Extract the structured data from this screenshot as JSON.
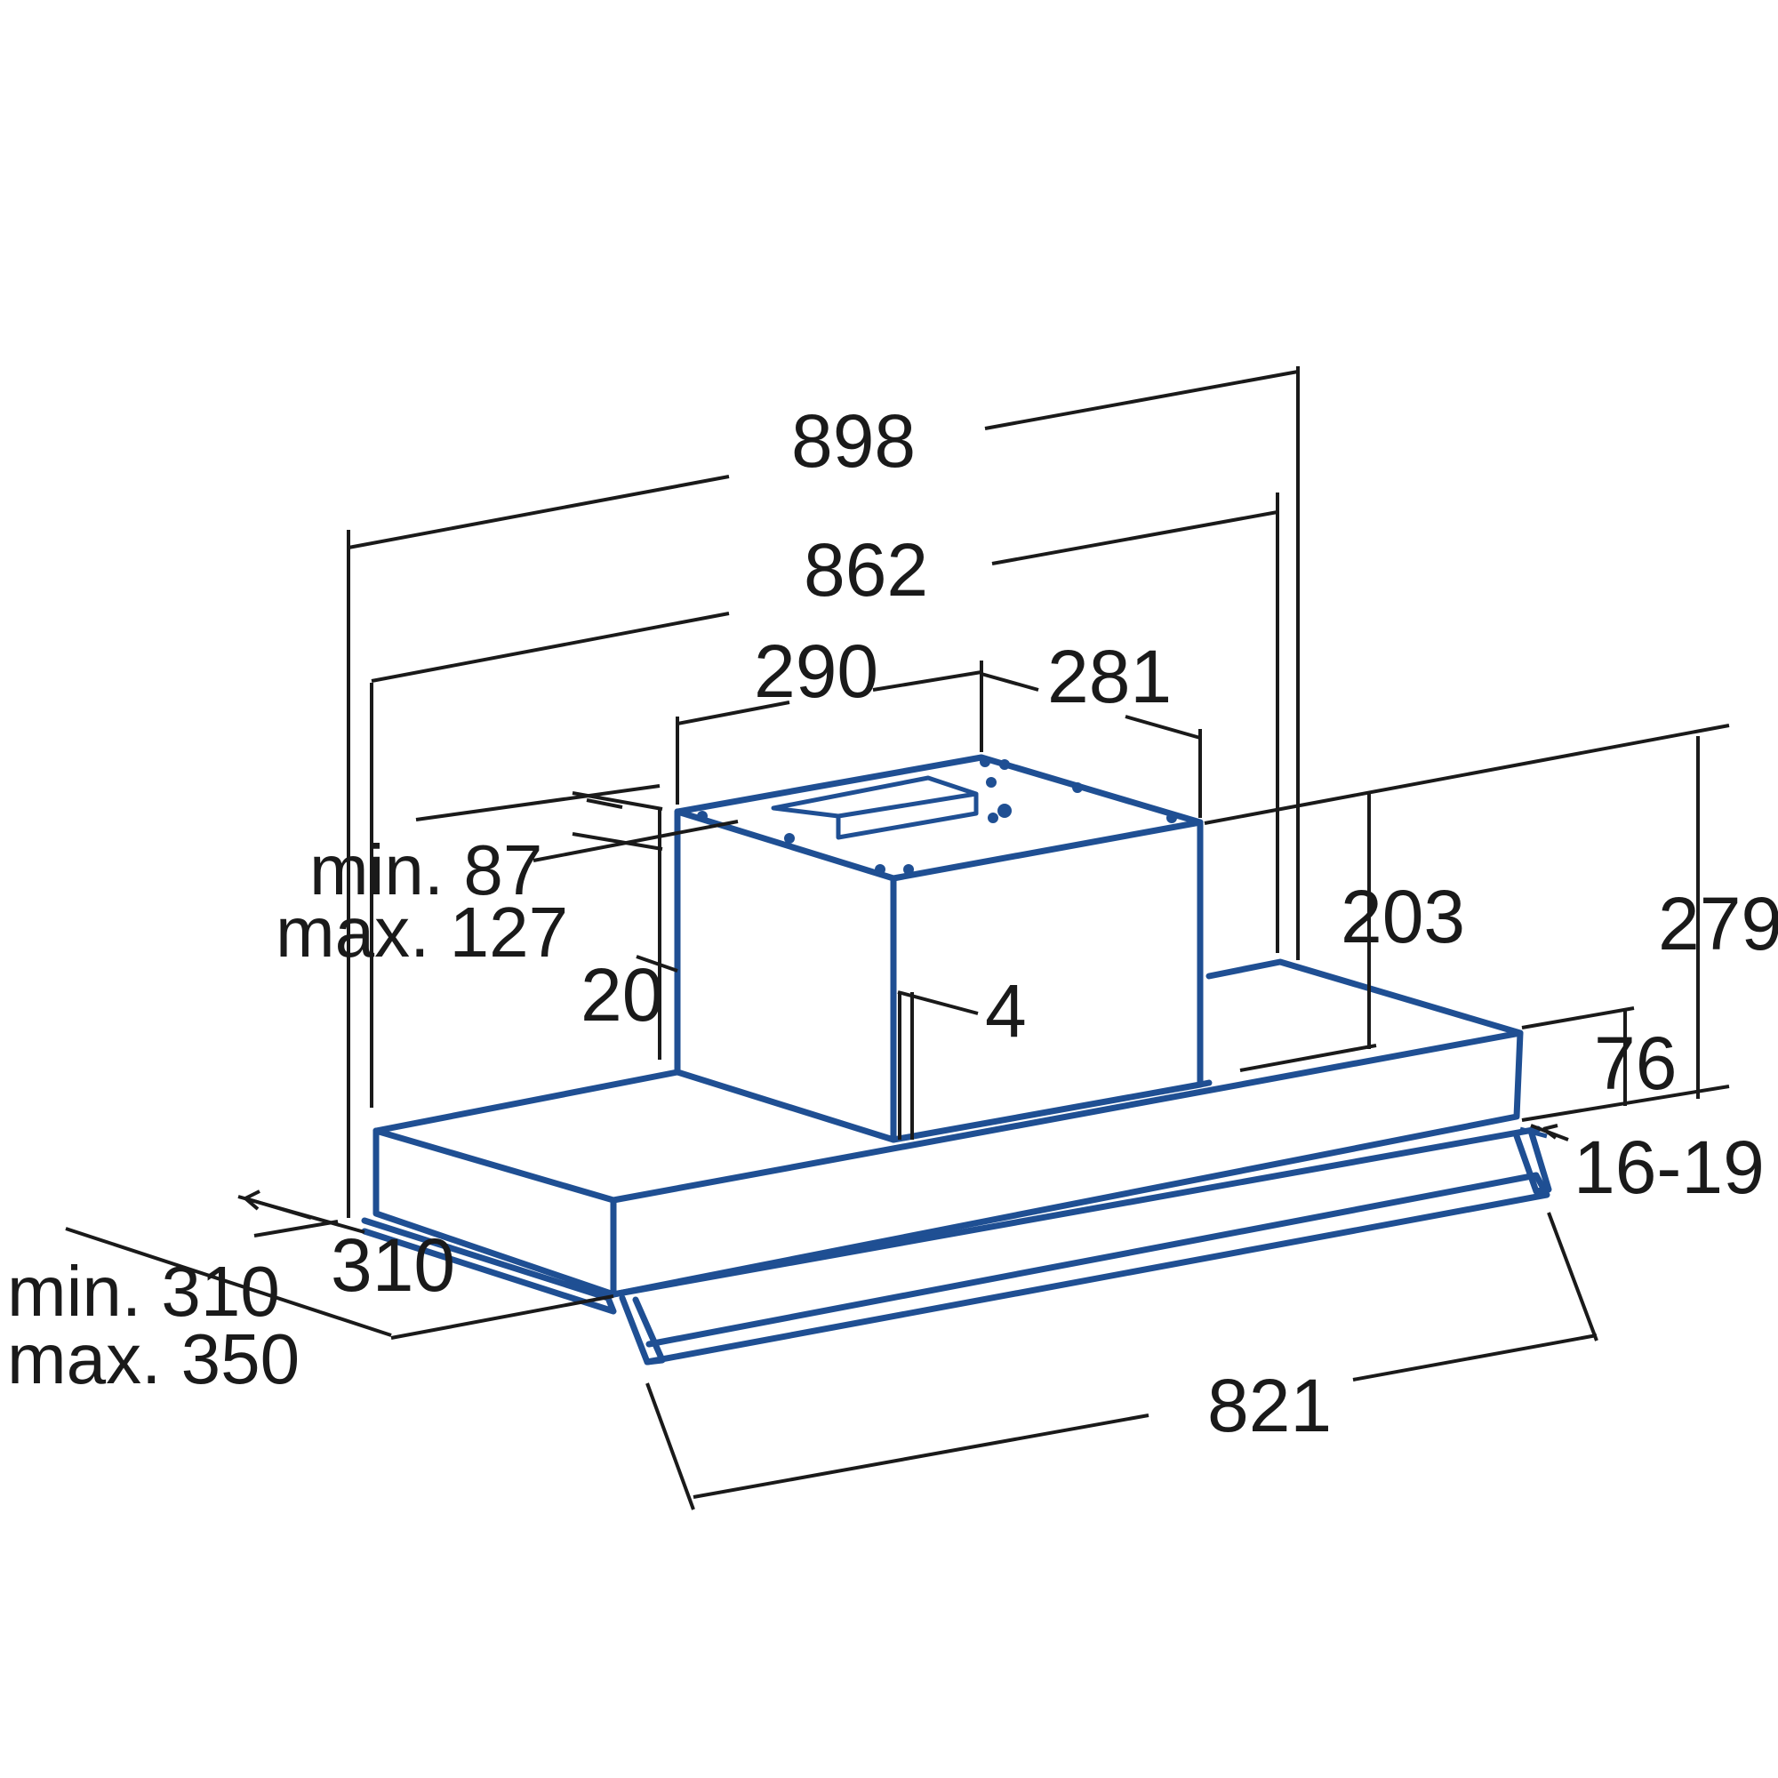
{
  "diagram": {
    "colors": {
      "outline": "#1f4f93",
      "dimension_lines": "#1a1a1a",
      "background": "#ffffff"
    },
    "labels": {
      "d898": "898",
      "d862": "862",
      "d290": "290",
      "d281": "281",
      "d203": "203",
      "d279": "279",
      "d76": "76",
      "d16_19": "16-19",
      "d4": "4",
      "d20": "20",
      "d310": "310",
      "d821": "821",
      "min87": "min. 87",
      "max127": "max. 127",
      "min310": "min. 310",
      "max350": "max. 350"
    }
  }
}
